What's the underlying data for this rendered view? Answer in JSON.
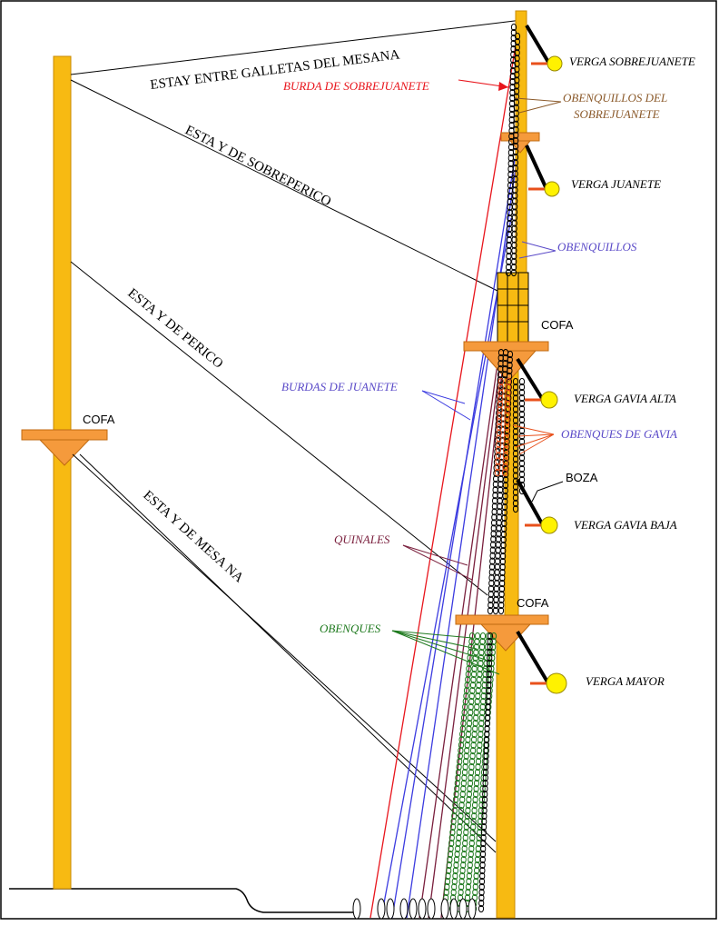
{
  "labels": {
    "estay_entre_galletas": "ESTAY ENTRE GALLETAS DEL MESANA",
    "estay_sobreperico": "ESTA Y DE SOBREPERICO",
    "estay_perico": "ESTA Y DE PERICO",
    "estay_mesana": "ESTA Y DE MESA NA",
    "burda_sobrejuanete": "BURDA DE SOBREJUANETE",
    "obenquillos_sobrejuanete_1": "OBENQUILLOS DEL",
    "obenquillos_sobrejuanete_2": "SOBREJUANETE",
    "obenquillos": "OBENQUILLOS",
    "burdas_juanete": "BURDAS DE JUANETE",
    "obenques_gavia": "OBENQUES DE GAVIA",
    "quinales": "QUINALES",
    "obenques": "OBENQUES",
    "boza": "BOZA",
    "cofa_left": "COFA",
    "cofa_top": "COFA",
    "cofa_low": "COFA",
    "verga_sobrejuanete": "VERGA SOBREJUANETE",
    "verga_juanete": "VERGA JUANETE",
    "verga_gavia_alta": "VERGA GAVIA ALTA",
    "verga_gavia_baja": "VERGA GAVIA BAJA",
    "verga_mayor": "VERGA MAYOR"
  },
  "colors": {
    "mast": "#F7BA12",
    "mast_edge": "#C98A00",
    "cofa": "#F59A3C",
    "yard_ball": "#FFF200",
    "black": "#000000",
    "red": "#E8141B",
    "blue": "#3B3BE0",
    "brown": "#8B5A2B",
    "maroon": "#7A1F3D",
    "green": "#1F7A1F",
    "orange": "#E8501B",
    "purple_label": "#5A4AC8"
  }
}
